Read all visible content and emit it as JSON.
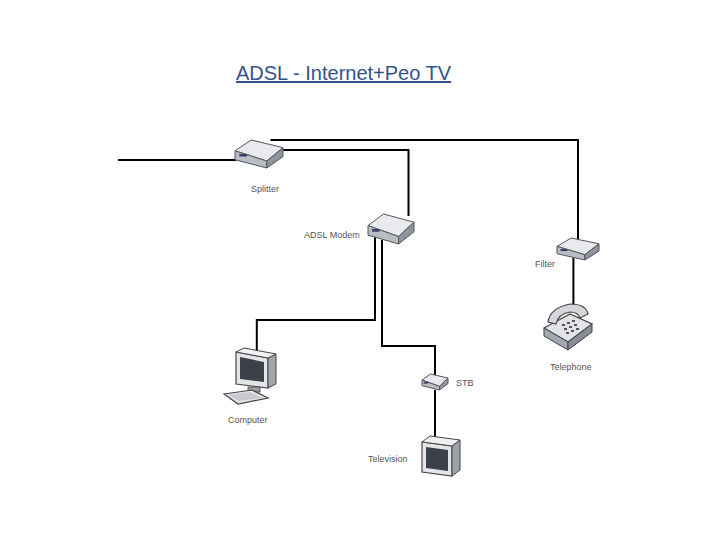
{
  "diagram": {
    "title": "ADSL -  Internet+Peo TV ",
    "nodes": [
      {
        "text": [
          "Splitter"
        ]
      },
      {
        "text": [
          "ADSL Modem"
        ]
      },
      {
        "text": [
          "Filter"
        ]
      },
      {
        "text": [
          "Telephone"
        ]
      },
      {
        "text": [
          "Computer"
        ]
      },
      {
        "text": [
          "STB"
        ]
      },
      {
        "text": [
          "Television"
        ]
      }
    ],
    "edges": [
      {
        "from": 0,
        "to": 1,
        "arrow": "none"
      },
      {
        "from": 0,
        "to": 2,
        "arrow": "none"
      },
      {
        "from": 2,
        "to": 3,
        "arrow": "none"
      },
      {
        "from": 1,
        "to": 4,
        "arrow": "none"
      },
      {
        "from": 1,
        "to": 5,
        "arrow": "none"
      },
      {
        "from": 5,
        "to": 6,
        "arrow": "none"
      }
    ]
  }
}
